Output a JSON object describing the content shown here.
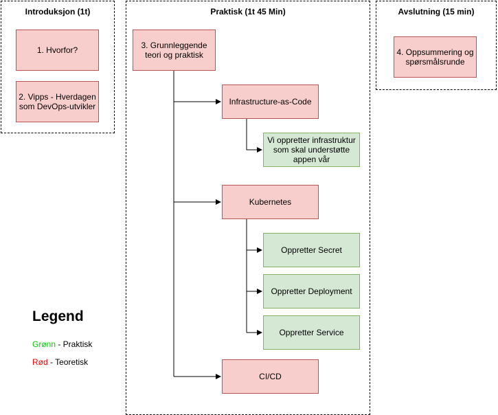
{
  "groups": {
    "intro": {
      "title": "Introduksjon (1t)"
    },
    "practical": {
      "title": "Praktisk (1t 45 Min)"
    },
    "conclusion": {
      "title": "Avslutning (15 min)"
    }
  },
  "nodes": {
    "why": "1. Hvorfor?",
    "vipps": "2. Vipps - Hverdagen som DevOps-utvikler",
    "basics": "3. Grunnleggende teori og praktisk",
    "iac": "Infrastructure-as-Code",
    "iac_task": "Vi oppretter infrastruktur som skal understøtte appen vår",
    "kubernetes": "Kubernetes",
    "secret": "Oppretter Secret",
    "deployment": "Oppretter Deployment",
    "service": "Oppretter Service",
    "cicd": "CI/CD",
    "summary": "4. Oppsummering og spørsmålsrunde"
  },
  "legend": {
    "title": "Legend",
    "green_word": "Grønn",
    "green_desc": " - Praktisk",
    "red_word": "Rød",
    "red_desc": " - Teoretisk"
  },
  "colors": {
    "practical_fill": "#d5e8d4",
    "practical_stroke": "#82b366",
    "theory_fill": "#f8cecc",
    "theory_stroke": "#b85450",
    "legend_green": "#00cc00",
    "legend_red": "#ff0000"
  }
}
